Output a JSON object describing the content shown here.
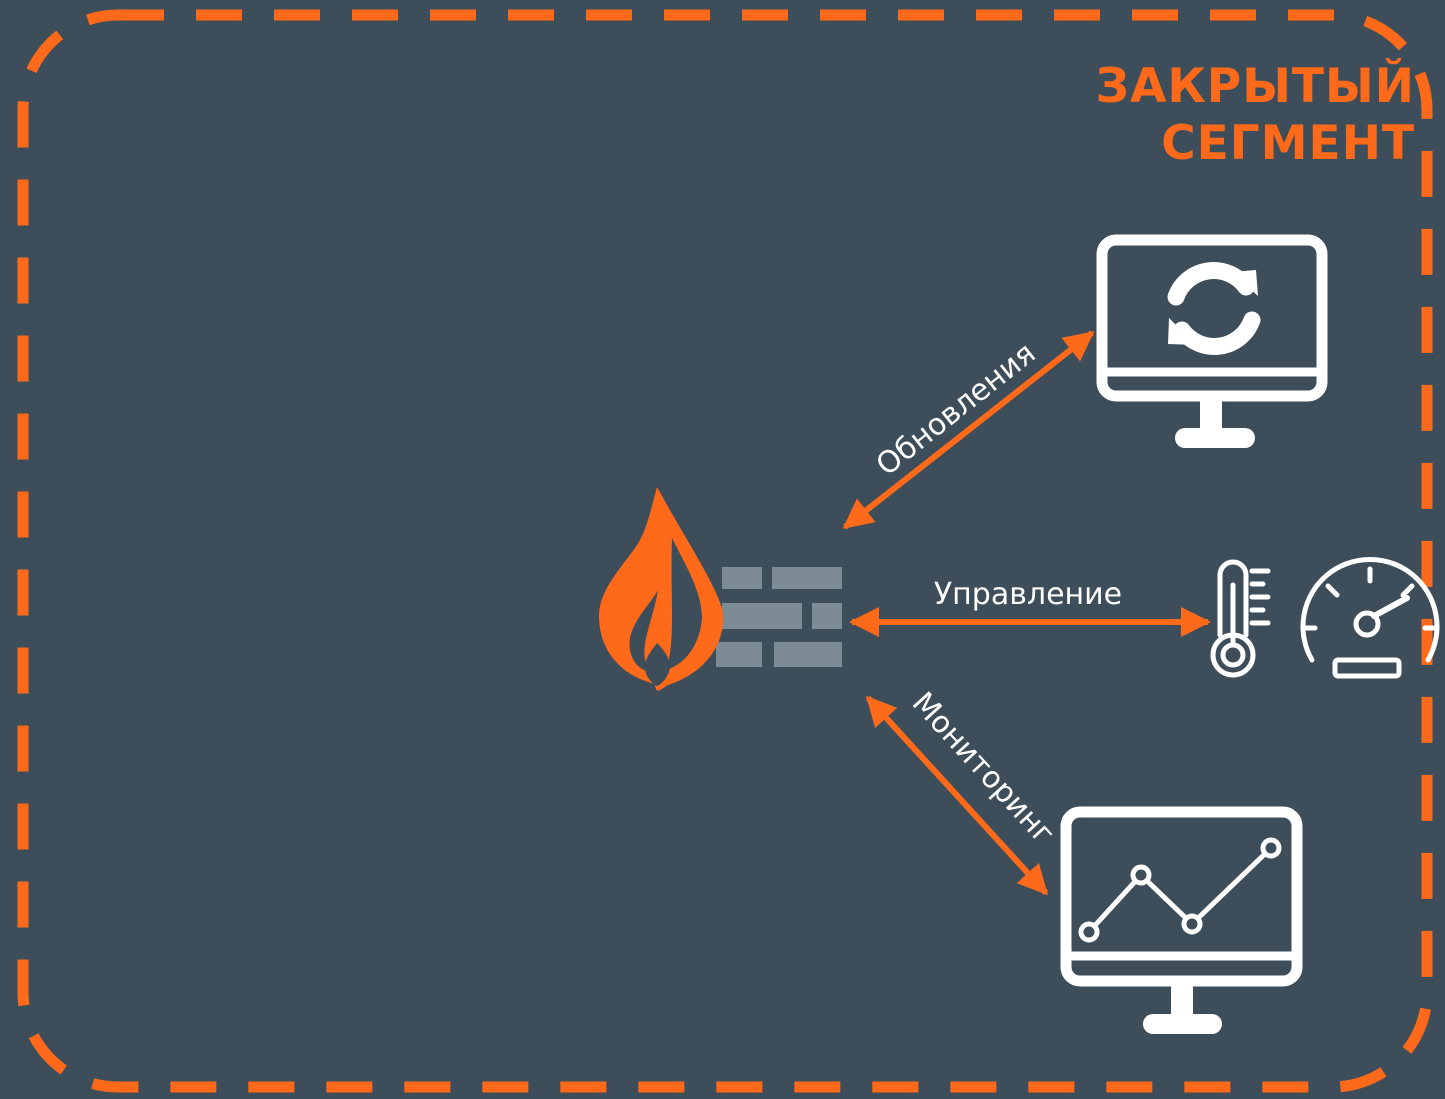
{
  "segment": {
    "title_line1": "ЗАКРЫТЫЙ",
    "title_line2": "СЕГМЕНТ"
  },
  "edges": {
    "updates": "Обновления",
    "control": "Управление",
    "monitoring": "Мониторинг"
  },
  "colors": {
    "background": "#3d4d59",
    "accent": "#ff6a1a",
    "icon": "#ffffff",
    "wall": "#7d8b94"
  },
  "icons": {
    "firewall": "firewall-icon",
    "update_monitor": "monitor-refresh-icon",
    "thermometer": "thermometer-icon",
    "gauge": "speedometer-icon",
    "monitoring_monitor": "monitor-chart-icon"
  }
}
